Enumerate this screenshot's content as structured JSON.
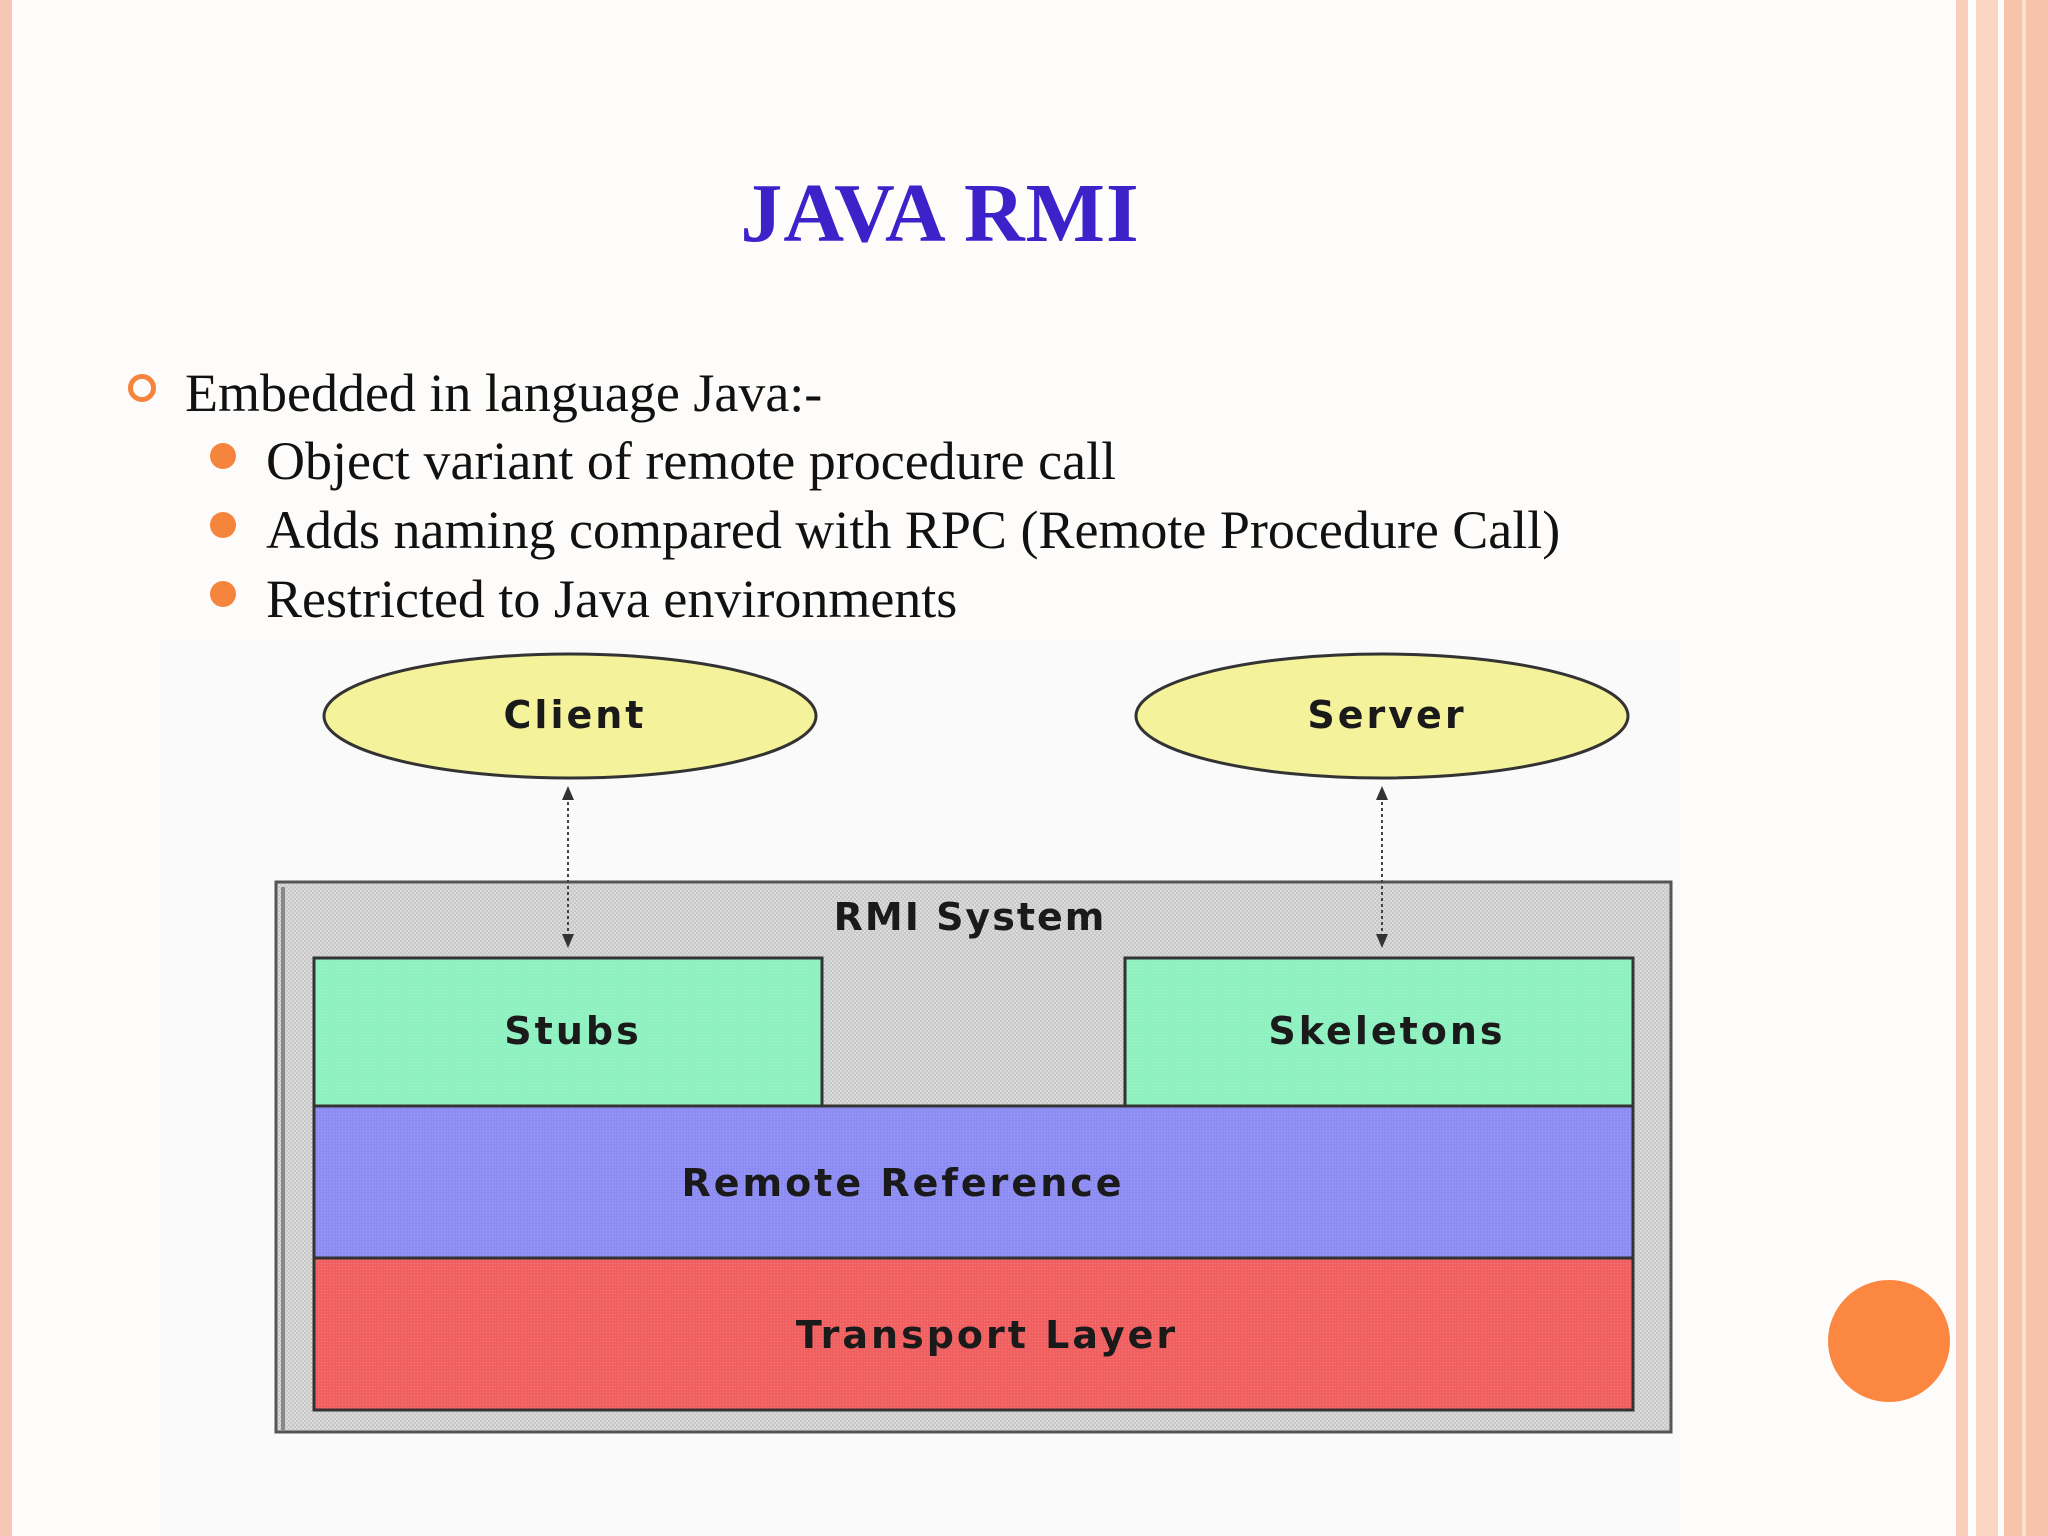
{
  "slide": {
    "title": "JAVA RMI",
    "bullets": {
      "main": "Embedded in language Java:-",
      "sub": [
        "Object variant of remote procedure call",
        "Adds naming compared with RPC (Remote Procedure Call)",
        "Restricted to Java environments"
      ]
    }
  },
  "diagram": {
    "client_label": "Client",
    "server_label": "Server",
    "system_label": "RMI System",
    "stubs_label": "Stubs",
    "skeletons_label": "Skeletons",
    "remote_reference_label": "Remote Reference",
    "transport_layer_label": "Transport Layer",
    "colors": {
      "ellipse_fill": "#f4f29a",
      "stub_fill": "#8ff0c0",
      "remote_reference_fill": "#8c8cf2",
      "transport_fill": "#f16060",
      "system_bg": "#d6d6d6"
    }
  },
  "theme": {
    "title_color": "#3d21c9",
    "bullet_color": "#f5843c",
    "accent_circle": "#fb8740"
  }
}
